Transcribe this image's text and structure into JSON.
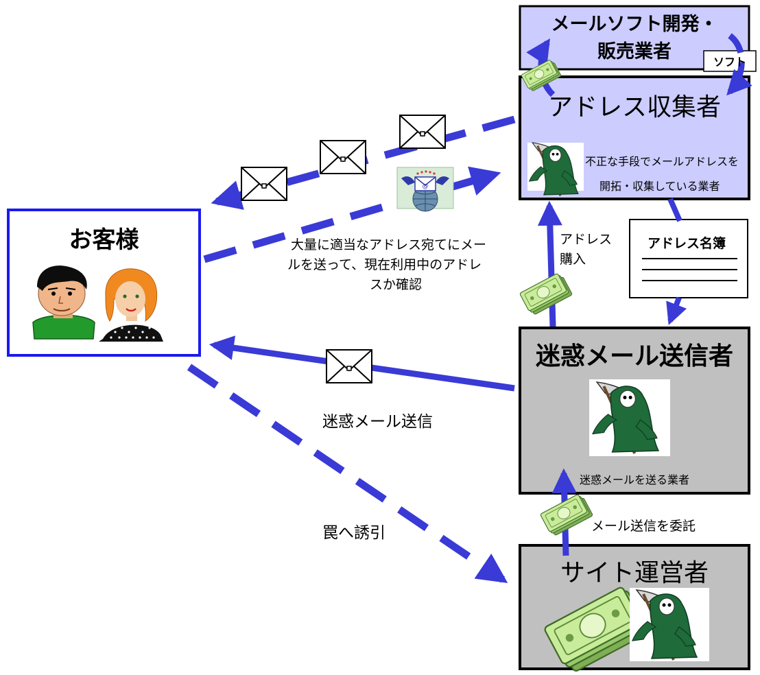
{
  "colors": {
    "arrow": "#3a3ad6",
    "purple_box": "#ccccff",
    "gray_box": "#c0c0c0",
    "customer_border": "#1a1af0",
    "reaper_green": "#1f6b3a",
    "money_green": "#a9dd7a"
  },
  "nodes": {
    "software_vendor": "メールソフト開発・\n販売業者",
    "software_tag": "ソフト",
    "harvester": {
      "title": "アドレス収集者",
      "desc_line1": "不正な手段でメールアドレスを",
      "desc_line2": "開拓・収集している業者"
    },
    "customer": {
      "title": "お客様"
    },
    "address_book": {
      "title": "アドレス名簿"
    },
    "spammer": {
      "title": "迷惑メール送信者",
      "desc": "迷惑メールを送る業者"
    },
    "site_operator": {
      "title": "サイト運営者"
    }
  },
  "labels": {
    "probe_line1": "大量に適当なアドレス宛てにメー",
    "probe_line2": "ルを送って、現在利用中のアドレ",
    "probe_line3": "スか確認",
    "address_purchase_line1": "アドレス",
    "address_purchase_line2": "購入",
    "spam_send": "迷惑メール送信",
    "lure": "罠へ誘引",
    "commission": "メール送信を委託"
  },
  "icons": [
    "envelope-icon",
    "winged-email-icon",
    "money-stack-icon",
    "grim-reaper-icon",
    "man-avatar-icon",
    "woman-avatar-icon"
  ]
}
